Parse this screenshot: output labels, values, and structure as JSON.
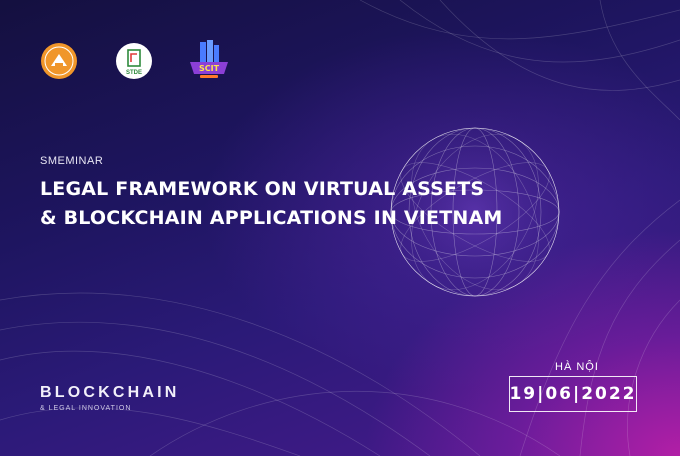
{
  "eyebrow": "SMEMINAR",
  "title": {
    "line1": "LEGAL FRAMEWORK ON VIRTUAL ASSETS",
    "line2": "& BLOCKCHAIN APPLICATIONS IN VIETNAM"
  },
  "brand": {
    "name": "BLOCKCHAIN",
    "tagline": "& LEGAL INNOVATION"
  },
  "event": {
    "city": "HÀ NỘI",
    "date": "19|06|2022"
  },
  "logos": [
    {
      "name": "university-seal-logo",
      "color": "#f0962a"
    },
    {
      "name": "stde-logo",
      "text": "STDE",
      "color": "#2e8a3c"
    },
    {
      "name": "scitech-logo",
      "color": "#8b3fd6"
    }
  ],
  "colors": {
    "background_top": "#1e1560",
    "background_accent": "#b21fa6",
    "text": "#ffffff"
  }
}
